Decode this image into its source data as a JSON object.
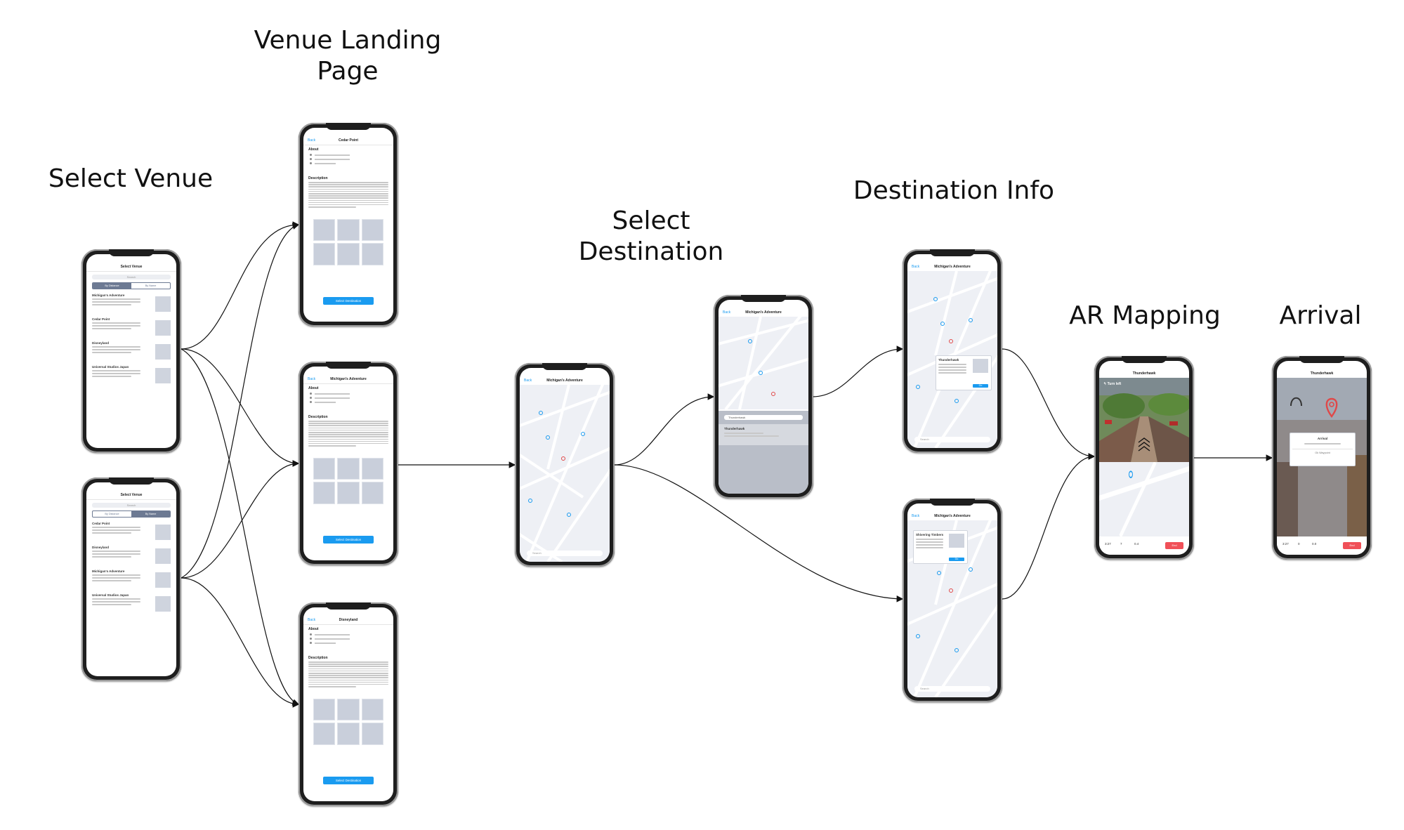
{
  "stages": {
    "select_venue": "Select Venue",
    "venue_landing_line1": "Venue Landing",
    "venue_landing_line2": "Page",
    "select_destination_line1": "Select",
    "select_destination_line2": "Destination",
    "destination_info": "Destination Info",
    "ar_mapping": "AR Mapping",
    "arrival": "Arrival"
  },
  "screens": {
    "select_venue_a": {
      "title": "Select Venue",
      "search": "Search",
      "tabs": [
        "By Distance",
        "By Name"
      ],
      "items": [
        "Michigan's Adventure",
        "Cedar Point",
        "Disneyland",
        "Universal Studios Japan"
      ]
    },
    "select_venue_b": {
      "title": "Select Venue",
      "search": "Search",
      "tabs": [
        "By Distance",
        "By Name"
      ],
      "items": [
        "Cedar Point",
        "Disneyland",
        "Michigan's Adventure",
        "Universal Studios Japan"
      ]
    },
    "landing_cedar": {
      "back": "Back",
      "title": "Cedar Point",
      "about": "About",
      "description": "Description",
      "button": "Select Destination"
    },
    "landing_michigan": {
      "back": "Back",
      "title": "Michigan's Adventure",
      "about": "About",
      "description": "Description",
      "button": "Select Destination"
    },
    "landing_disney": {
      "back": "Back",
      "title": "Disneyland",
      "about": "About",
      "description": "Description",
      "button": "Select Destination"
    },
    "select_dest_map": {
      "back": "Back",
      "title": "Michigan's Adventure",
      "search": "Search"
    },
    "select_dest_sheet": {
      "back": "Back",
      "title": "Michigan's Adventure",
      "search": "Thunderhawk",
      "result": "Thunderhawk"
    },
    "dest_info_a": {
      "back": "Back",
      "title": "Michigan's Adventure",
      "card_title": "Thunderhawk",
      "card_button": "Go",
      "search": "Search"
    },
    "dest_info_b": {
      "back": "Back",
      "title": "Michigan's Adventure",
      "card_title": "Shivering Timbers",
      "card_button": "Go",
      "search": "Search"
    },
    "ar_mapping": {
      "title": "Thunderhawk",
      "instruction": "Turn left",
      "stats": [
        "3:27",
        "7",
        "0.4"
      ],
      "end": "End"
    },
    "arrival": {
      "title": "Thunderhawk",
      "card_title": "Arrival",
      "card_button": "Ok Waypoint",
      "stats": [
        "3:27",
        "0",
        "0.0"
      ],
      "end": "End"
    }
  },
  "colors": {
    "accent": "#1a9bf0",
    "end_button": "#f05058",
    "tab_active": "#6d7a93",
    "pin": "#e04848"
  }
}
